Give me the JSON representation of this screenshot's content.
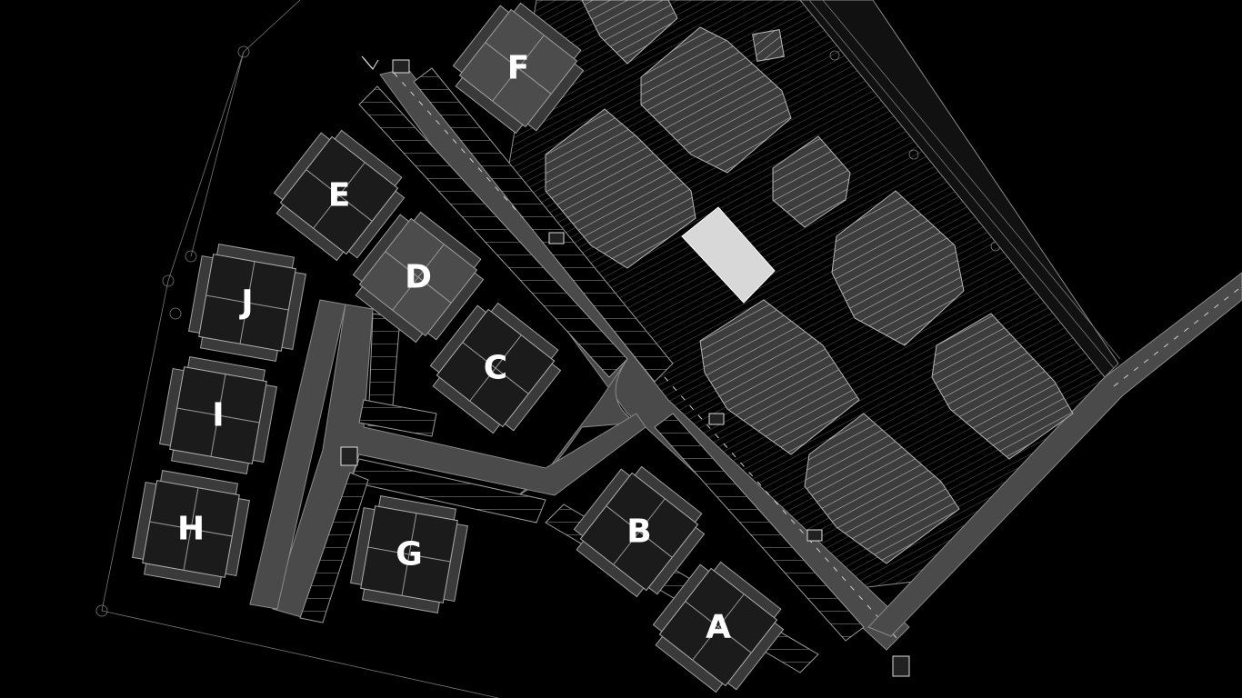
{
  "plan": {
    "buildings": [
      {
        "id": "A",
        "label": "A",
        "style": "dark"
      },
      {
        "id": "B",
        "label": "B",
        "style": "dark"
      },
      {
        "id": "C",
        "label": "C",
        "style": "dark"
      },
      {
        "id": "D",
        "label": "D",
        "style": "medium"
      },
      {
        "id": "E",
        "label": "E",
        "style": "dark"
      },
      {
        "id": "F",
        "label": "F",
        "style": "medium"
      },
      {
        "id": "G",
        "label": "G",
        "style": "dark"
      },
      {
        "id": "H",
        "label": "H",
        "style": "dark"
      },
      {
        "id": "I",
        "label": "I",
        "style": "dark"
      },
      {
        "id": "J",
        "label": "J",
        "style": "dark"
      }
    ],
    "colors": {
      "background": "#000000",
      "road": "#4a4a4a",
      "linework": "#9a9a9a",
      "building_fill": "#1b1b1b",
      "building_fill_medium": "#4c4c4c",
      "existing_hatch": "#bdbdbd",
      "plaza": "#d8d8d8"
    },
    "icons": [
      "north-arrow-icon",
      "parking-symbol-icon"
    ]
  }
}
